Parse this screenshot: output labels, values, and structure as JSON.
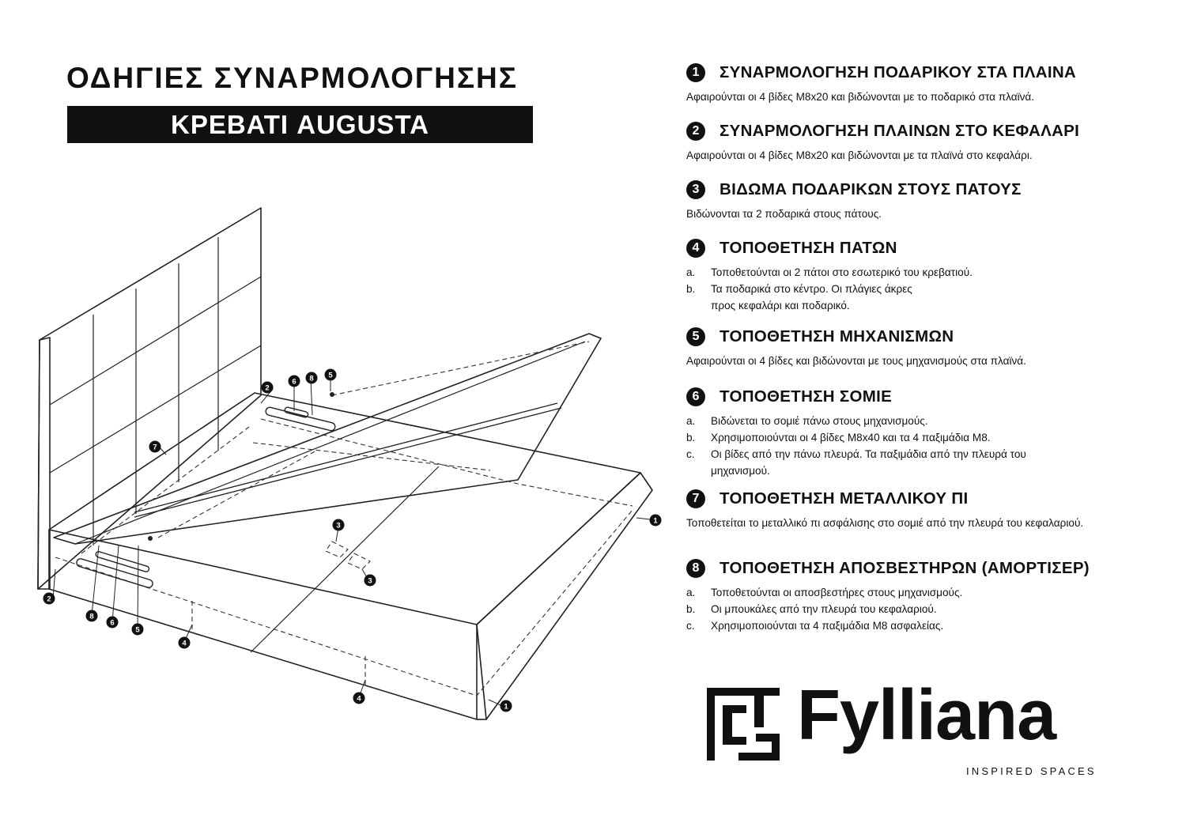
{
  "header": {
    "title": "ΟΔΗΓΙΕΣ ΣΥΝΑΡΜΟΛΟΓΗΣΗΣ",
    "subtitle": "ΚΡΕΒΑΤΙ AUGUSTA"
  },
  "steps": [
    {
      "num": "1",
      "title": "ΣΥΝΑΡΜΟΛΟΓΗΣΗ ΠΟΔΑΡΙΚΟΥ ΣΤΑ ΠΛΑΙΝΑ",
      "desc": "Αφαιρούνται οι 4 βίδες Μ8x20 και βιδώνονται με το ποδαρικό στα πλαϊνά."
    },
    {
      "num": "2",
      "title": "ΣΥΝΑΡΜΟΛΟΓΗΣΗ ΠΛΑΙΝΩΝ ΣΤΟ ΚΕΦΑΛΑΡΙ",
      "desc": "Αφαιρούνται οι 4 βίδες Μ8x20 και βιδώνονται με τα πλαϊνά στο κεφαλάρι."
    },
    {
      "num": "3",
      "title": "ΒΙΔΩΜΑ ΠΟΔΑΡΙΚΩΝ ΣΤΟΥΣ ΠΑΤΟΥΣ",
      "desc": "Βιδώνονται τα 2 ποδαρικά στους πάτους."
    },
    {
      "num": "4",
      "title": "ΤΟΠΟΘΕΤΗΣΗ ΠΑΤΩΝ",
      "items": [
        {
          "m": "a.",
          "t": "Τοποθετούνται οι 2 πάτοι στο εσωτερικό του κρεβατιού."
        },
        {
          "m": "b.",
          "t": "Τα ποδαρικά στο κέντρο. Οι πλάγιες άκρες προς κεφαλάρι και ποδαρικό."
        }
      ]
    },
    {
      "num": "5",
      "title": "ΤΟΠΟΘΕΤΗΣΗ ΜΗΧΑΝΙΣΜΩΝ",
      "desc": "Αφαιρούνται οι 4 βίδες και βιδώνονται με τους μηχανισμούς στα πλαϊνά."
    },
    {
      "num": "6",
      "title": "ΤΟΠΟΘΕΤΗΣΗ ΣΟΜΙΕ",
      "items": [
        {
          "m": "a.",
          "t": "Βιδώνεται το σομιέ πάνω στους μηχανισμούς."
        },
        {
          "m": "b.",
          "t": "Χρησιμοποιούνται οι 4 βίδες Μ8x40 και τα 4 παξιμάδια Μ8."
        },
        {
          "m": "c.",
          "t": "Οι βίδες από την πάνω πλευρά. Τα παξιμάδια από την πλευρά του μηχανισμού."
        }
      ]
    },
    {
      "num": "7",
      "title": "ΤΟΠΟΘΕΤΗΣΗ ΜΕΤΑΛΛΙΚΟΥ ΠΙ",
      "desc": "Τοποθετείται το μεταλλικό πι ασφάλισης στο σομιέ από την πλευρά του κεφαλαριού."
    },
    {
      "num": "8",
      "title": "ΤΟΠΟΘΕΤΗΣΗ ΑΠΟΣΒΕΣΤΗΡΩΝ (ΑΜΟΡΤΙΣΕΡ)",
      "items": [
        {
          "m": "a.",
          "t": "Τοποθετούνται οι αποσβεστήρες στους μηχανισμούς."
        },
        {
          "m": "b.",
          "t": "Οι μπουκάλες από την πλευρά του  κεφαλαριού."
        },
        {
          "m": "c.",
          "t": "Χρησιμοποιούνται τα 4 παξιμάδια Μ8 ασφαλείας."
        }
      ]
    }
  ],
  "callouts": [
    "1",
    "1",
    "2",
    "2",
    "3",
    "3",
    "4",
    "4",
    "5",
    "5",
    "6",
    "6",
    "7",
    "8",
    "8"
  ],
  "logo": {
    "word": "Fylliana",
    "tagline": "INSPIRED SPACES"
  }
}
